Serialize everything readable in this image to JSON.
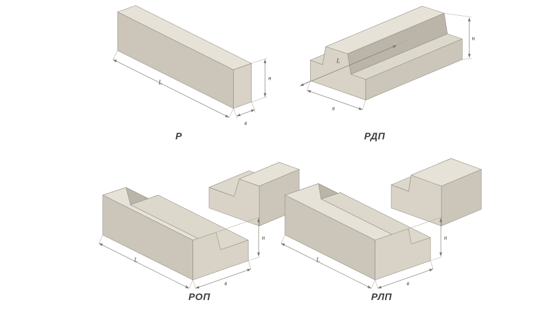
{
  "page": {
    "background": "#ffffff"
  },
  "palette": {
    "page_bg": "#ffffff",
    "face_top": "#e6e2d8",
    "face_light": "#ddd8cc",
    "face_side": "#cbc6b9",
    "face_front": "#d8d3c6",
    "face_slope": "#bab5a8",
    "edge": "#8f8a7e",
    "dimension": "#7a766e",
    "label": "#4a463f",
    "caption": "#3c3c3c"
  },
  "figures": [
    {
      "caption": "Р",
      "dim_length": "L",
      "dim_height": "н",
      "dim_width": "в"
    },
    {
      "caption": "РДП",
      "dim_length": "L",
      "dim_height": "н",
      "dim_width": "в"
    },
    {
      "caption": "РОП",
      "dim_length": "L",
      "dim_height": "н",
      "dim_width": "в"
    },
    {
      "caption": "РЛП",
      "dim_length": "L",
      "dim_height": "н",
      "dim_width": "в"
    }
  ]
}
